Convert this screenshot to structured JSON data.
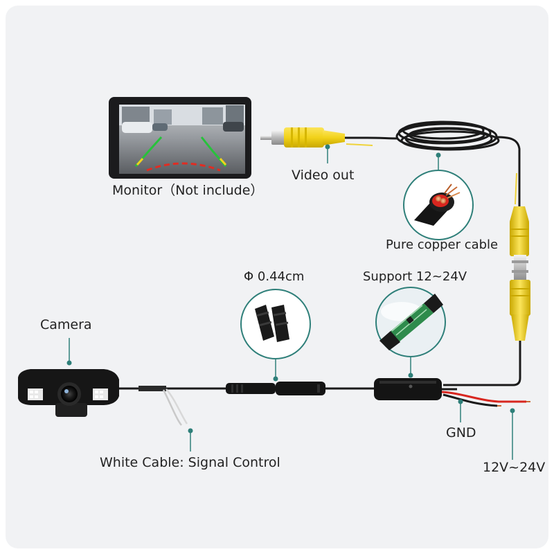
{
  "labels": {
    "monitor": "Monitor（Not include）",
    "video_out": "Video out",
    "copper": "Pure copper cable",
    "diameter": "Φ 0.44cm",
    "support": "Support 12~24V",
    "camera": "Camera",
    "white_cable": "White Cable: Signal Control",
    "gnd": "GND",
    "voltage": "12V~24V"
  },
  "icons": [
    "monitor-icon",
    "rca-plug-icon",
    "cable-coil-icon",
    "copper-wire-icon",
    "connector-icon",
    "power-module-icon",
    "camera-icon"
  ],
  "colors": {
    "rca_yellow": "#f2d21a",
    "callout_teal": "#2e7f79",
    "wire_red": "#d8261f",
    "cable_black": "#1a1a1a"
  }
}
